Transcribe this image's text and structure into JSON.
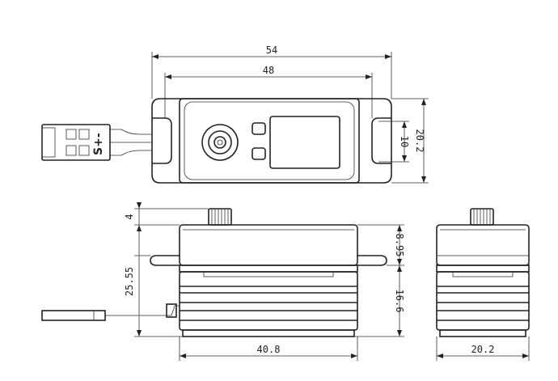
{
  "top_view": {
    "dimensions": {
      "overall_length": "54",
      "mounting_pitch": "48",
      "overall_width": "20.2",
      "slot_width": "10"
    },
    "connector_symbols": "S+-"
  },
  "side_view": {
    "dimensions": {
      "spline_height": "4",
      "flange_height": "25.55",
      "upper_case_height": "8.95",
      "lower_case_height": "16.6",
      "body_length": "40.8"
    }
  },
  "end_view": {
    "dimensions": {
      "body_width": "20.2"
    }
  }
}
